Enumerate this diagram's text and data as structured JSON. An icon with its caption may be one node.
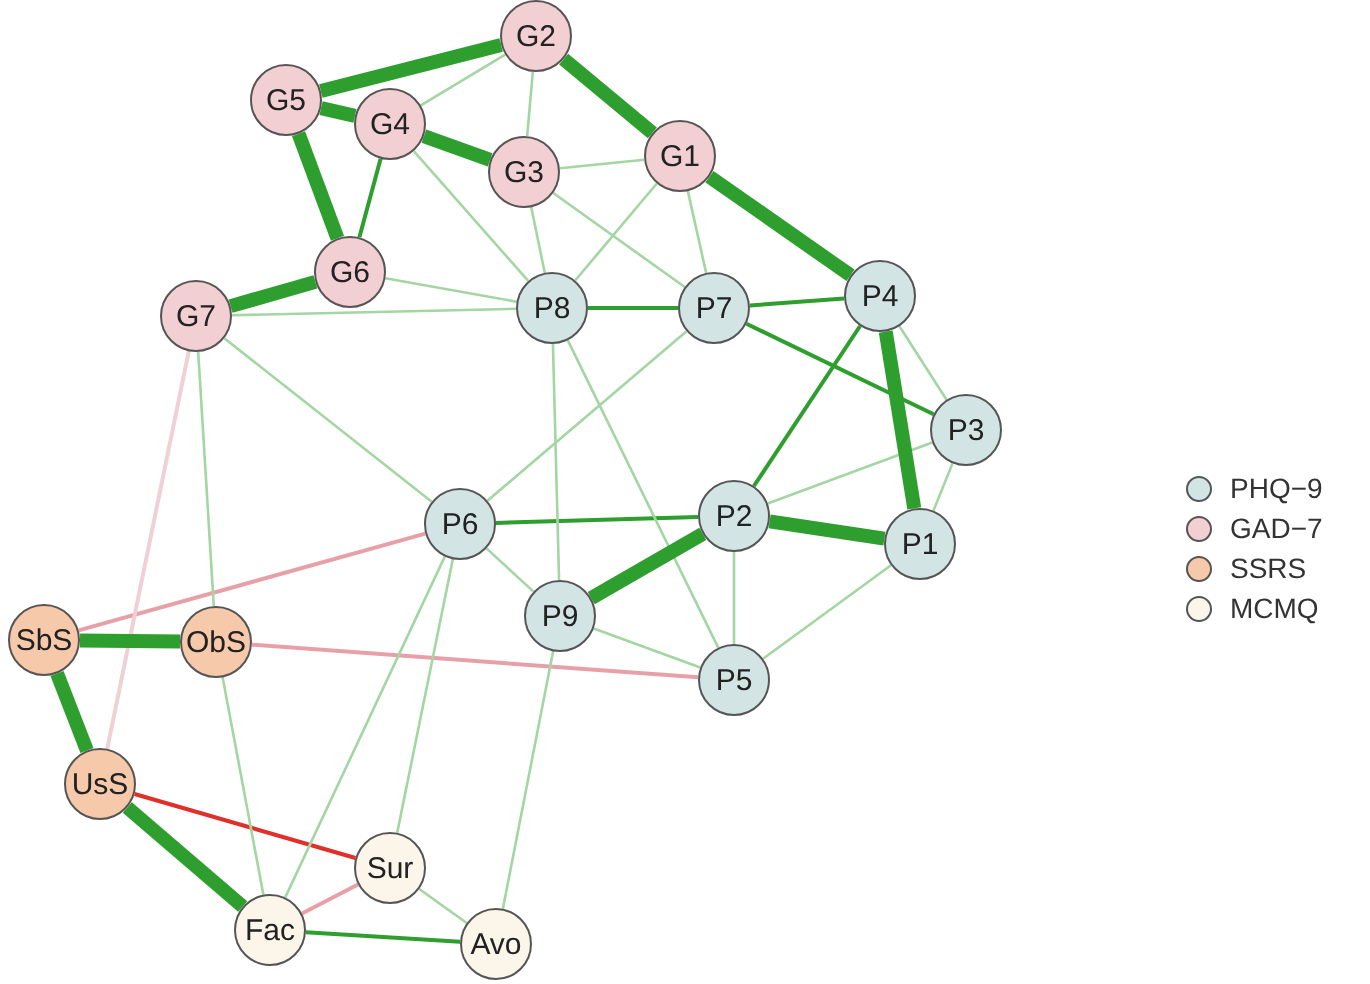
{
  "diagram": {
    "nodes": [
      {
        "text": [
          "G2"
        ]
      },
      {
        "text": [
          "G5"
        ]
      },
      {
        "text": [
          "G4"
        ]
      },
      {
        "text": [
          "G1"
        ]
      },
      {
        "text": [
          "G3"
        ]
      },
      {
        "text": [
          "G6"
        ]
      },
      {
        "text": [
          "G7"
        ]
      },
      {
        "text": [
          "P4"
        ]
      },
      {
        "text": [
          "P8"
        ]
      },
      {
        "text": [
          "P7"
        ]
      },
      {
        "text": [
          "P3"
        ]
      },
      {
        "text": [
          "P6"
        ]
      },
      {
        "text": [
          "P2"
        ]
      },
      {
        "text": [
          "P1"
        ]
      },
      {
        "text": [
          "P9"
        ]
      },
      {
        "text": [
          "P5"
        ]
      },
      {
        "text": [
          "SbS"
        ]
      },
      {
        "text": [
          "ObS"
        ]
      },
      {
        "text": [
          "UsS"
        ]
      },
      {
        "text": [
          "Sur"
        ]
      },
      {
        "text": [
          "Fac"
        ]
      },
      {
        "text": [
          "Avo"
        ]
      }
    ],
    "edges": [
      {
        "from": 0,
        "to": 1,
        "arrow": "none",
        "style": "thick",
        "color": "#2e9e2e"
      },
      {
        "from": 0,
        "to": 3,
        "arrow": "none",
        "style": "thick",
        "color": "#2e9e2e"
      },
      {
        "from": 1,
        "to": 2,
        "arrow": "none",
        "style": "thick",
        "color": "#2e9e2e"
      },
      {
        "from": 2,
        "to": 4,
        "arrow": "none",
        "style": "thick",
        "color": "#2e9e2e"
      },
      {
        "from": 1,
        "to": 5,
        "arrow": "none",
        "style": "thick",
        "color": "#2e9e2e"
      },
      {
        "from": 6,
        "to": 5,
        "arrow": "none",
        "style": "thick",
        "color": "#2e9e2e"
      },
      {
        "from": 3,
        "to": 7,
        "arrow": "none",
        "style": "thick",
        "color": "#2e9e2e"
      },
      {
        "from": 7,
        "to": 13,
        "arrow": "none",
        "style": "thick",
        "color": "#2e9e2e"
      },
      {
        "from": 12,
        "to": 13,
        "arrow": "none",
        "style": "thick",
        "color": "#2e9e2e"
      },
      {
        "from": 14,
        "to": 12,
        "arrow": "none",
        "style": "thick",
        "color": "#2e9e2e"
      },
      {
        "from": 16,
        "to": 17,
        "arrow": "none",
        "style": "thick",
        "color": "#2e9e2e"
      },
      {
        "from": 16,
        "to": 18,
        "arrow": "none",
        "style": "thick",
        "color": "#2e9e2e"
      },
      {
        "from": 18,
        "to": 20,
        "arrow": "none",
        "style": "thick",
        "color": "#2e9e2e"
      },
      {
        "from": 7,
        "to": 9,
        "arrow": "none",
        "color": "#2e9e2e"
      },
      {
        "from": 7,
        "to": 12,
        "arrow": "none",
        "color": "#2e9e2e"
      },
      {
        "from": 9,
        "to": 10,
        "arrow": "none",
        "color": "#2e9e2e"
      },
      {
        "from": 8,
        "to": 9,
        "arrow": "none",
        "color": "#2e9e2e"
      },
      {
        "from": 11,
        "to": 12,
        "arrow": "none",
        "color": "#2e9e2e"
      },
      {
        "from": 2,
        "to": 5,
        "arrow": "none",
        "color": "#2e9e2e"
      },
      {
        "from": 20,
        "to": 21,
        "arrow": "none",
        "color": "#2e9e2e"
      },
      {
        "from": 18,
        "to": 19,
        "arrow": "none",
        "color": "#e0302a"
      },
      {
        "from": 0,
        "to": 2,
        "arrow": "none"
      },
      {
        "from": 0,
        "to": 4,
        "arrow": "none"
      },
      {
        "from": 4,
        "to": 3,
        "arrow": "none"
      },
      {
        "from": 2,
        "to": 8,
        "arrow": "none"
      },
      {
        "from": 4,
        "to": 8,
        "arrow": "none"
      },
      {
        "from": 4,
        "to": 9,
        "arrow": "none"
      },
      {
        "from": 3,
        "to": 9,
        "arrow": "none"
      },
      {
        "from": 3,
        "to": 8,
        "arrow": "none"
      },
      {
        "from": 6,
        "to": 8,
        "arrow": "none"
      },
      {
        "from": 5,
        "to": 8,
        "arrow": "none"
      },
      {
        "from": 8,
        "to": 14,
        "arrow": "none"
      },
      {
        "from": 9,
        "to": 11,
        "arrow": "none"
      },
      {
        "from": 11,
        "to": 14,
        "arrow": "none"
      },
      {
        "from": 12,
        "to": 15,
        "arrow": "none"
      },
      {
        "from": 12,
        "to": 10,
        "arrow": "none"
      },
      {
        "from": 13,
        "to": 15,
        "arrow": "none"
      },
      {
        "from": 13,
        "to": 10,
        "arrow": "none"
      },
      {
        "from": 7,
        "to": 10,
        "arrow": "none"
      },
      {
        "from": 14,
        "to": 15,
        "arrow": "none"
      },
      {
        "from": 14,
        "to": 21,
        "arrow": "none"
      },
      {
        "from": 11,
        "to": 20,
        "arrow": "none"
      },
      {
        "from": 17,
        "to": 20,
        "arrow": "none"
      },
      {
        "from": 6,
        "to": 17,
        "arrow": "none"
      },
      {
        "from": 19,
        "to": 21,
        "arrow": "none"
      },
      {
        "from": 11,
        "to": 19,
        "arrow": "none"
      },
      {
        "from": 8,
        "to": 15,
        "arrow": "none"
      },
      {
        "from": 6,
        "to": 11,
        "arrow": "none"
      },
      {
        "from": 11,
        "to": 16,
        "arrow": "none",
        "color": "#e8a0a8"
      },
      {
        "from": 17,
        "to": 15,
        "arrow": "none",
        "color": "#e8a0a8"
      },
      {
        "from": 19,
        "to": 20,
        "arrow": "none",
        "color": "#e8a0a8"
      },
      {
        "from": 6,
        "to": 18,
        "arrow": "none",
        "color": "#f0d0d4"
      }
    ],
    "legend": [
      {
        "text": "PHQ−9",
        "color": "#d3e4e4"
      },
      {
        "text": "GAD−7",
        "color": "#f2cfd2"
      },
      {
        "text": "SSRS",
        "color": "#f5c9aa"
      },
      {
        "text": "MCMQ",
        "color": "#fbf6e9"
      }
    ]
  }
}
